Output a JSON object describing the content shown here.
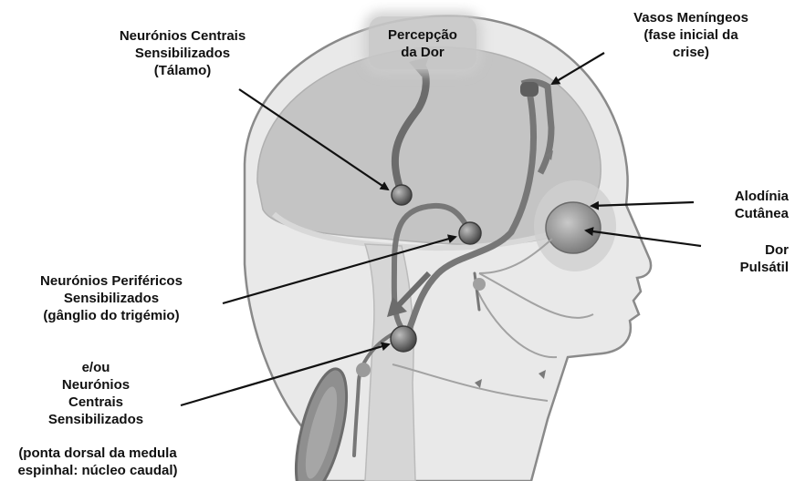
{
  "labels": {
    "central_thalamus": [
      "Neurónios Centrais",
      "Sensibilizados",
      "(Tálamo)"
    ],
    "pain_perception": [
      "Percepção",
      "da Dor"
    ],
    "meningeal_vessels": [
      "Vasos Meníngeos",
      "(fase inicial da",
      "crise)"
    ],
    "cutaneous_allodynia": [
      "Alodínia",
      "Cutânea"
    ],
    "throbbing_pain": [
      "Dor",
      "Pulsátil"
    ],
    "peripheral_neurons": [
      "Neurónios Periféricos",
      "Sensibilizados",
      "(gânglio do trigémio)"
    ],
    "central_spinal": [
      "e/ou",
      "Neurónios",
      "Centrais",
      "Sensibilizados"
    ],
    "spinal_location": [
      "(ponta dorsal da medula",
      "espinhal: núcleo caudal)"
    ]
  }
}
